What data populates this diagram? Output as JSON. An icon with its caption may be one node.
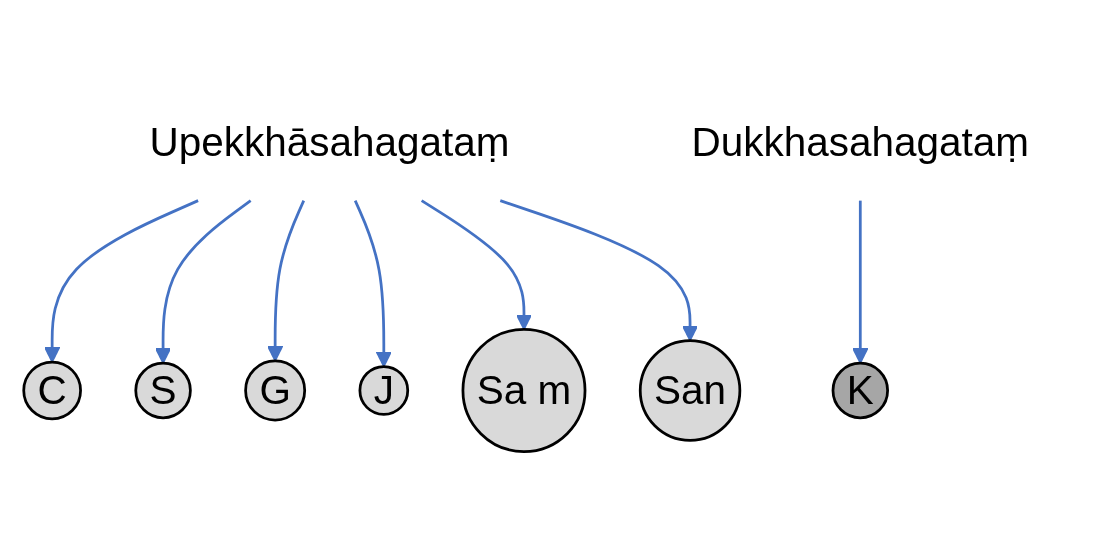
{
  "diagram": {
    "nodes": [
      {
        "text": [
          "Upekkhāsahagataṃ"
        ]
      },
      {
        "text": [
          "C"
        ]
      },
      {
        "text": [
          "S"
        ]
      },
      {
        "text": [
          "G"
        ]
      },
      {
        "text": [
          "J"
        ]
      },
      {
        "text": [
          "K"
        ]
      },
      {
        "text": [
          "Sa m"
        ]
      },
      {
        "text": [
          "San"
        ]
      },
      {
        "text": [
          "Dukkhasahagataṃ"
        ]
      }
    ],
    "edges": [
      {
        "from": 0,
        "to": 1,
        "arrow": "to"
      },
      {
        "from": 0,
        "to": 2,
        "arrow": "to"
      },
      {
        "from": 0,
        "to": 3,
        "arrow": "to"
      },
      {
        "from": 0,
        "to": 4,
        "arrow": "to"
      },
      {
        "from": 0,
        "to": 6,
        "arrow": "to"
      },
      {
        "from": 0,
        "to": 7,
        "arrow": "to"
      },
      {
        "from": 8,
        "to": 5,
        "arrow": "to"
      }
    ]
  }
}
